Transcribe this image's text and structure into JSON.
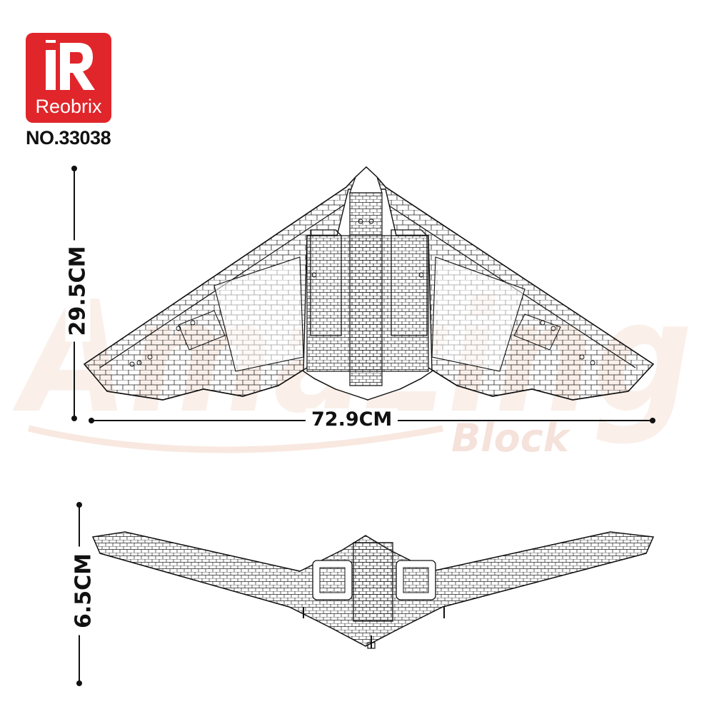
{
  "brand": {
    "mark": "R",
    "name": "Reobrix",
    "color": "#e0262b"
  },
  "product": {
    "number": "NO.33038"
  },
  "dimensions": {
    "height": "29.5CM",
    "length": "72.9CM",
    "depth": "6.5CM"
  },
  "watermark": {
    "main": "Amazing",
    "sub": "Block"
  }
}
